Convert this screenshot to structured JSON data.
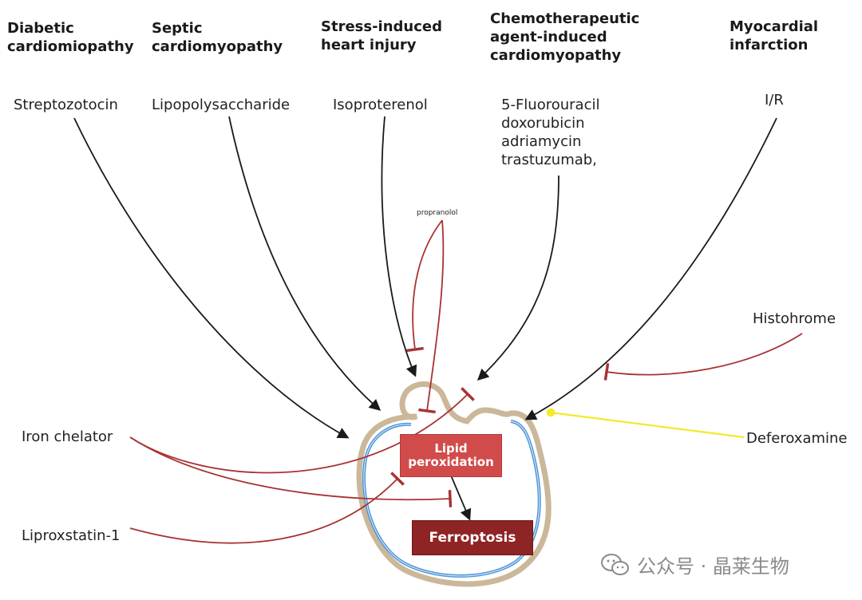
{
  "headers": {
    "diabetic": "Diabetic\ncardiomiopathy",
    "septic": "Septic\ncardiomyopathy",
    "stress": "Stress-induced\nheart injury",
    "chemo": "Chemotherapeutic\nagent-induced\ncardiomyopathy",
    "mi": "Myocardial\ninfarction"
  },
  "agents": {
    "streptozotocin": "Streptozotocin",
    "lps": "Lipopolysaccharide",
    "isoproterenol": "Isoproterenol",
    "chemo_drugs": "5-Fluorouracil\ndoxorubicin\nadriamycin\ntrastuzumab,",
    "ir": "I/R",
    "propranolol": "propranolol",
    "histohrome": "Histohrome",
    "iron_chelator": "Iron chelator",
    "deferoxamine": "Deferoxamine",
    "liproxstatin": "Liproxstatin-1"
  },
  "boxes": {
    "lipid": "Lipid\nperoxidation",
    "ferroptosis": "Ferroptosis"
  },
  "watermark": "公众号 · 晶莱生物",
  "colors": {
    "activation": "#1a1a1a",
    "inhibition": "#a83232",
    "deferoxamine": "#f2ea2a",
    "heart_outer": "#cbb79a",
    "heart_inner": "#4a93d8",
    "lipid_box": "#d24b4b",
    "ferroptosis_box": "#8e2424"
  }
}
